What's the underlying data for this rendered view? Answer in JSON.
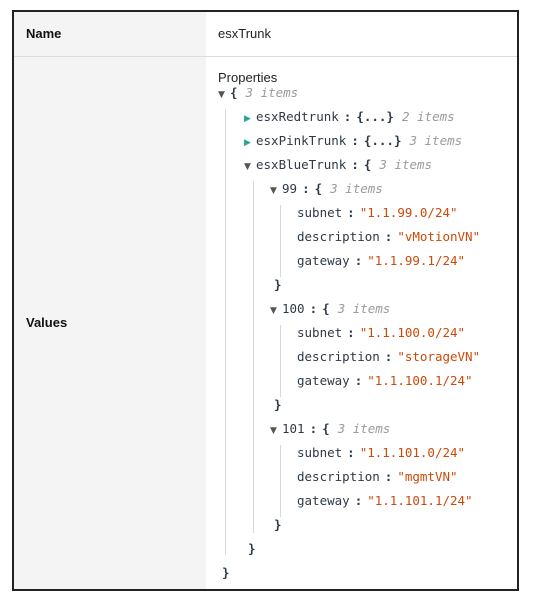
{
  "table": {
    "name_label": "Name",
    "name_value": "esxTrunk",
    "values_label": "Values",
    "properties_label": "Properties"
  },
  "tree": {
    "root_open": "{",
    "root_meta": "3 items",
    "collapsed": [
      {
        "key": "esxRedtrunk",
        "summary": "{...}",
        "meta": "2 items"
      },
      {
        "key": "esxPinkTrunk",
        "summary": "{...}",
        "meta": "3 items"
      }
    ],
    "blue": {
      "key": "esxBlueTrunk",
      "open": "{",
      "meta": "3 items",
      "groups": [
        {
          "key": "99",
          "open": "{",
          "meta": "3 items",
          "fields": [
            {
              "key": "subnet",
              "value": "\"1.1.99.0/24\""
            },
            {
              "key": "description",
              "value": "\"vMotionVN\""
            },
            {
              "key": "gateway",
              "value": "\"1.1.99.1/24\""
            }
          ],
          "close": "}"
        },
        {
          "key": "100",
          "open": "{",
          "meta": "3 items",
          "fields": [
            {
              "key": "subnet",
              "value": "\"1.1.100.0/24\""
            },
            {
              "key": "description",
              "value": "\"storageVN\""
            },
            {
              "key": "gateway",
              "value": "\"1.1.100.1/24\""
            }
          ],
          "close": "}"
        },
        {
          "key": "101",
          "open": "{",
          "meta": "3 items",
          "fields": [
            {
              "key": "subnet",
              "value": "\"1.1.101.0/24\""
            },
            {
              "key": "description",
              "value": "\"mgmtVN\""
            },
            {
              "key": "gateway",
              "value": "\"1.1.101.1/24\""
            }
          ],
          "close": "}"
        }
      ],
      "close": "}"
    },
    "root_close": "}"
  },
  "icons": {
    "expanded": "triangle-down-icon",
    "collapsed": "triangle-right-icon"
  },
  "colors": {
    "string_value": "#cc4a0a",
    "expand_toggle": "#2aa39a",
    "meta_text": "#9a9a9a"
  }
}
